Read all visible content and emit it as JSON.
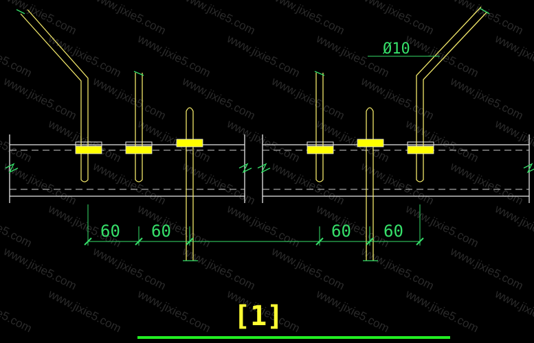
{
  "drawing": {
    "label_rebar": "Ø10",
    "label_section": "[1]",
    "dims": [
      "60",
      "60",
      "60",
      "60"
    ],
    "watermark": "www.jixie5.com"
  },
  "colors": {
    "background": "#000000",
    "rebar": "#f2e86a",
    "bolt": "#ffff00",
    "dim": "#36e06a",
    "line": "#e8e8e8",
    "dash": "#cfcfcf",
    "title": "#ffff33",
    "underline": "#22ee22"
  }
}
